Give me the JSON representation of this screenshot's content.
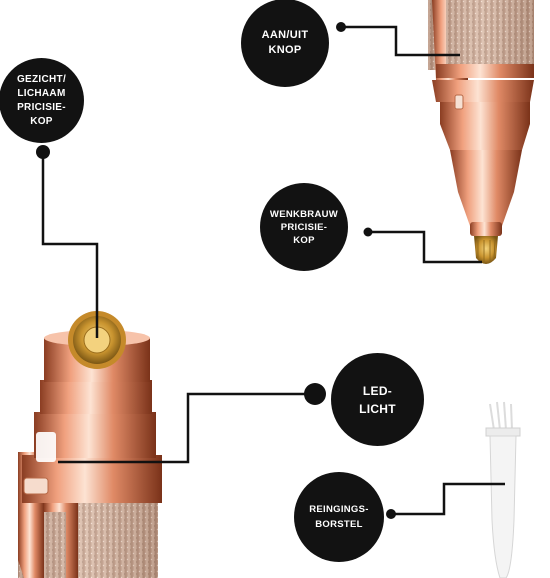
{
  "colors": {
    "bubble": "#121212",
    "leader_line": "#111111",
    "rose_gold": "#e9967a",
    "glitter": "#d6b7a4",
    "gold_blade": "#d8a642",
    "brush": "#f4f4f4"
  },
  "callouts": [
    {
      "key": "power_button",
      "label": "AAN/UIT\nKNOP"
    },
    {
      "key": "face_body_head",
      "label": "GEZICHT/\nLICHAAM\nPRICISIE-\nKOP"
    },
    {
      "key": "eyebrow_head",
      "label": "WENKBRAUW\nPRICISIE-\nKOP"
    },
    {
      "key": "led_light",
      "label": "LED-\nLICHT"
    },
    {
      "key": "cleaning_brush",
      "label": "REINGINGS-\nBORSTEL"
    }
  ]
}
